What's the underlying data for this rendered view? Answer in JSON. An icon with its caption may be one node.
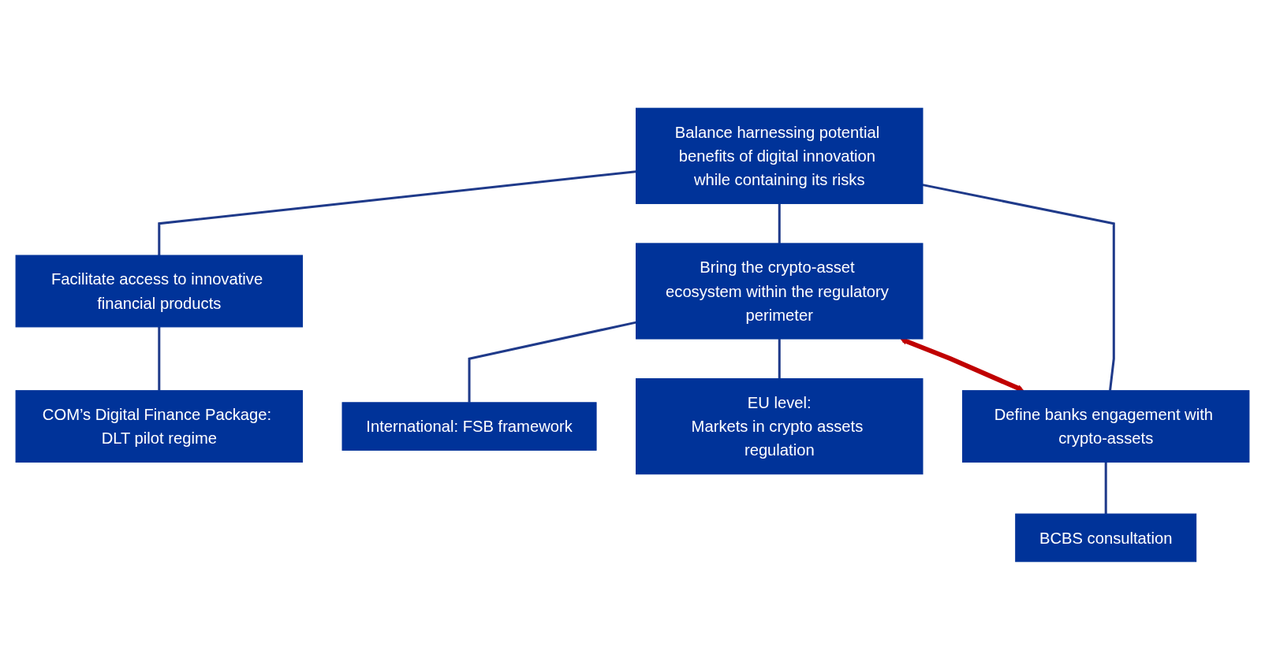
{
  "diagram": {
    "nodes": [
      {
        "text": [
          "Balance harnessing potential benefits of digital innovation while containing its risks"
        ]
      },
      {
        "text": [
          "Facilitate access to innovative financial products"
        ]
      },
      {
        "text": [
          "Bring the crypto-asset ecosystem within the regulatory perimeter"
        ]
      },
      {
        "text": [
          "Define banks engagement with crypto-assets"
        ]
      },
      {
        "text": [
          "COM’s Digital Finance Package: DLT pilot regime"
        ]
      },
      {
        "text": [
          "International: FSB framework"
        ]
      },
      {
        "text": [
          "EU level:",
          "Markets in crypto assets regulation"
        ]
      },
      {
        "text": [
          "BCBS consultation"
        ]
      }
    ],
    "edges": [
      {
        "from": 0,
        "to": 1,
        "arrow": "none"
      },
      {
        "from": 0,
        "to": 2,
        "arrow": "none"
      },
      {
        "from": 0,
        "to": 3,
        "arrow": "none"
      },
      {
        "from": 1,
        "to": 4,
        "arrow": "none"
      },
      {
        "from": 2,
        "to": 5,
        "arrow": "none"
      },
      {
        "from": 2,
        "to": 6,
        "arrow": "none"
      },
      {
        "from": 3,
        "to": 7,
        "arrow": "none"
      },
      {
        "from": 2,
        "to": 3,
        "arrow": "both",
        "style": "thick",
        "color": "#c00000"
      }
    ]
  }
}
